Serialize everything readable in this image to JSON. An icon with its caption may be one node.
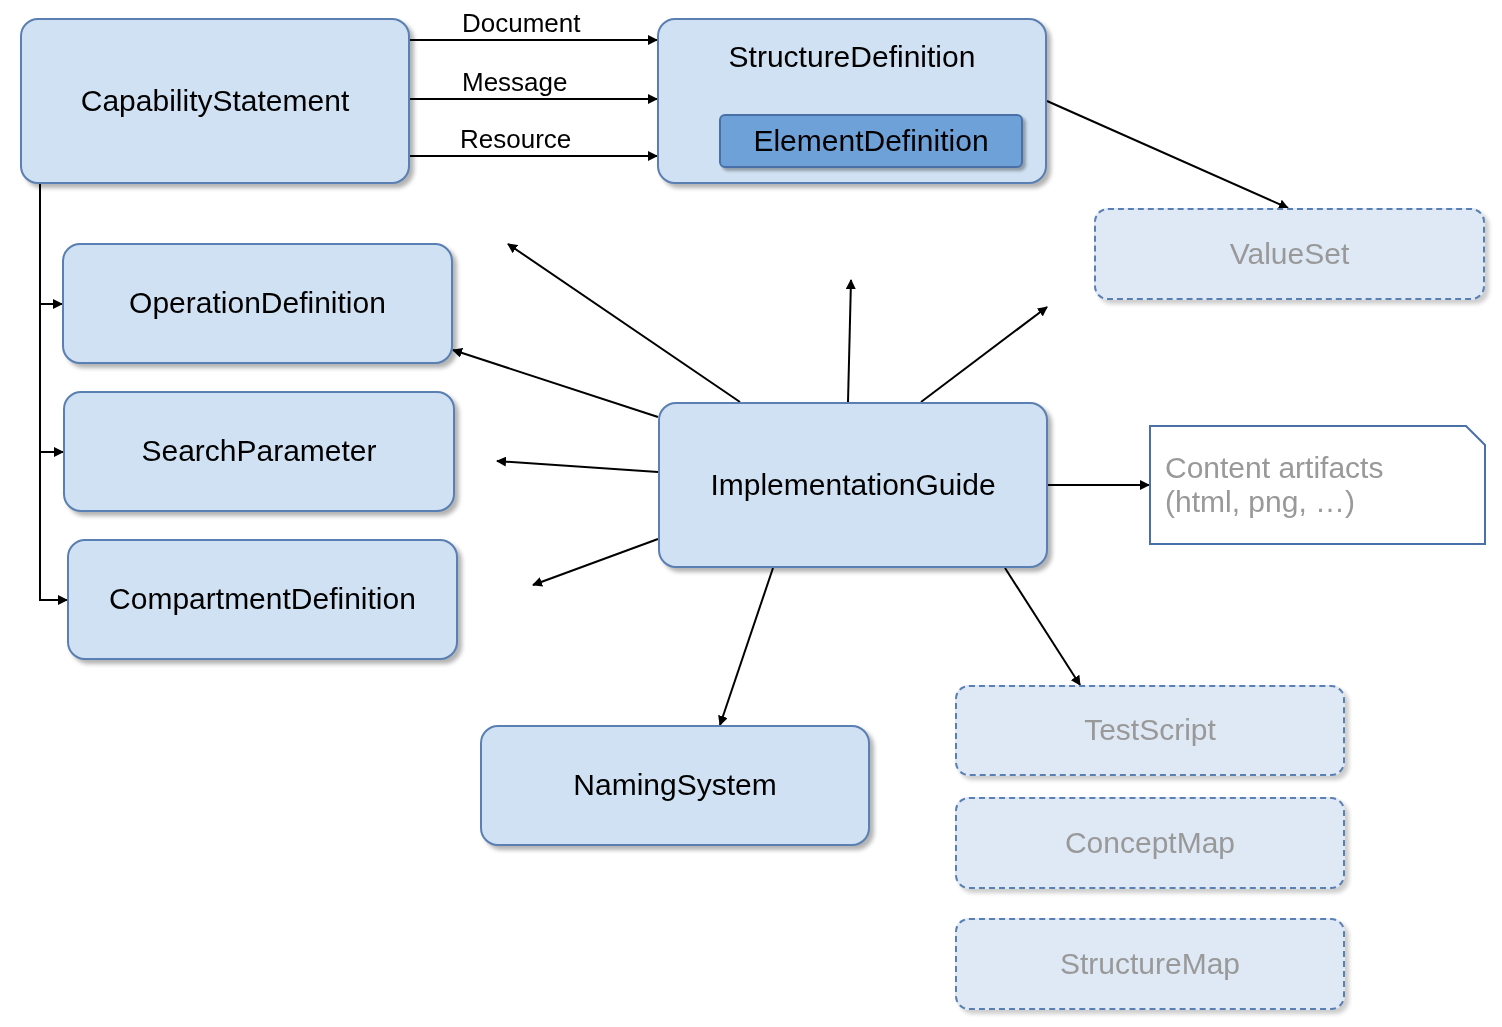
{
  "diagram": {
    "nodes": [
      {
        "text": [
          "CapabilityStatement"
        ]
      },
      {
        "text": [
          "StructureDefinition"
        ]
      },
      {
        "text": [
          "ElementDefinition"
        ],
        "in": 1
      },
      {
        "text": [
          "ValueSet"
        ]
      },
      {
        "text": [
          "OperationDefinition"
        ]
      },
      {
        "text": [
          "SearchParameter"
        ]
      },
      {
        "text": [
          "CompartmentDefinition"
        ]
      },
      {
        "text": [
          "ImplementationGuide"
        ]
      },
      {
        "text": [
          "Content artifacts (html, png, …)"
        ]
      },
      {
        "text": [
          "NamingSystem"
        ]
      },
      {
        "text": [
          "TestScript"
        ]
      },
      {
        "text": [
          "ConceptMap"
        ]
      },
      {
        "text": [
          "StructureMap"
        ]
      }
    ],
    "edges": [
      {
        "from": 0,
        "to": 1,
        "arrow": "to",
        "label": "Document"
      },
      {
        "from": 0,
        "to": 1,
        "arrow": "to",
        "label": "Message"
      },
      {
        "from": 0,
        "to": 1,
        "arrow": "to",
        "label": "Resource"
      },
      {
        "from": 0,
        "to": 4,
        "arrow": "to"
      },
      {
        "from": 0,
        "to": 5,
        "arrow": "to"
      },
      {
        "from": 0,
        "to": 6,
        "arrow": "to"
      },
      {
        "from": 1,
        "to": 3,
        "arrow": "to"
      },
      {
        "from": 7,
        "to": null,
        "arrow": "to"
      },
      {
        "from": 7,
        "to": 4,
        "arrow": "to"
      },
      {
        "from": 7,
        "to": null,
        "arrow": "to"
      },
      {
        "from": 7,
        "to": null,
        "arrow": "to"
      },
      {
        "from": 7,
        "to": null,
        "arrow": "to"
      },
      {
        "from": 7,
        "to": null,
        "arrow": "to"
      },
      {
        "from": 7,
        "to": 8,
        "arrow": "to"
      },
      {
        "from": 7,
        "to": 9,
        "arrow": "to"
      },
      {
        "from": 7,
        "to": 10,
        "arrow": "to"
      }
    ]
  }
}
